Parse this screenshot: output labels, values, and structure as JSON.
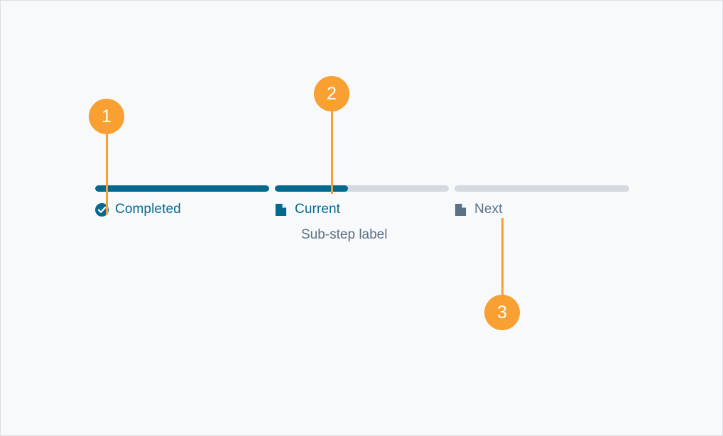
{
  "page": {
    "background_color": "#f7f9fa",
    "border_color": "#dcdfe3"
  },
  "colors": {
    "accent_orange": "#f8a031",
    "step_filled": "#04698f",
    "step_empty": "#d5dae0",
    "label_active": "#04698f",
    "label_muted": "#5b7185",
    "badge_text": "#ffffff"
  },
  "stepper": {
    "steps": [
      {
        "label": "Completed",
        "status": "completed",
        "icon": "check-circle-icon",
        "icon_color": "#04698f",
        "progress_percent": 100,
        "sub_label": ""
      },
      {
        "label": "Current",
        "status": "current",
        "icon": "document-icon",
        "icon_color": "#04698f",
        "progress_percent": 42,
        "sub_label": "Sub-step label"
      },
      {
        "label": "Next",
        "status": "next",
        "icon": "document-icon",
        "icon_color": "#5b7185",
        "progress_percent": 0,
        "sub_label": ""
      }
    ]
  },
  "annotations": [
    {
      "number": "1",
      "target": "step-1-completed-indicator"
    },
    {
      "number": "2",
      "target": "step-2-progress-bar"
    },
    {
      "number": "3",
      "target": "step-3-next-label"
    }
  ]
}
